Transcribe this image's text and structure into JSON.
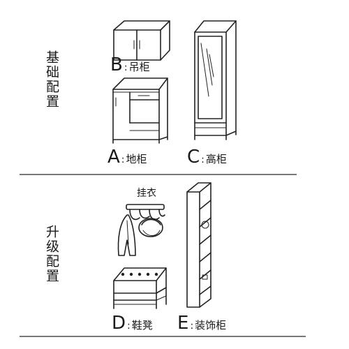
{
  "sections": {
    "basic": {
      "title": "基础配置"
    },
    "upgrade": {
      "title": "升级配置"
    }
  },
  "items": {
    "B": {
      "letter": "B",
      "name": "吊柜"
    },
    "A": {
      "letter": "A",
      "name": "地柜"
    },
    "C": {
      "letter": "C",
      "name": "高柜"
    },
    "D": {
      "letter": "D",
      "name": "鞋凳"
    },
    "E": {
      "letter": "E",
      "name": "装饰柜"
    }
  },
  "hanger": {
    "label": "挂衣"
  }
}
